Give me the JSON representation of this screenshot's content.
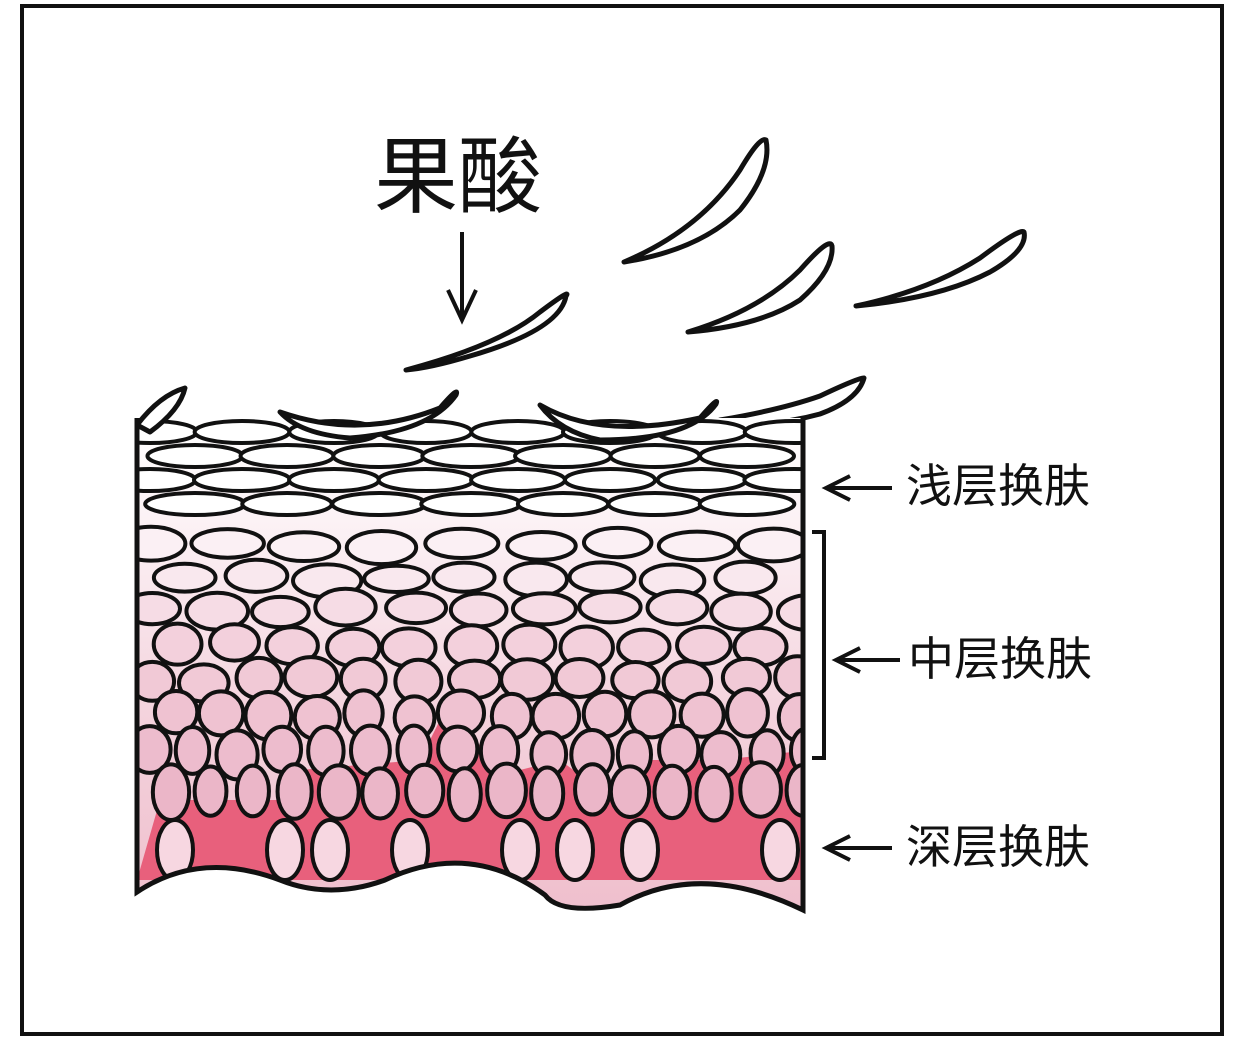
{
  "title": "果酸",
  "labels": {
    "shallow": "浅层换肤",
    "middle": "中层换肤",
    "deep": "深层换肤"
  },
  "colors": {
    "outline": "#111111",
    "cell_light": "#f9eef2",
    "cell_mid": "#f2c6d3",
    "cell_deep": "#eab0c2",
    "dermis": "#e8607c",
    "frame": "#111111"
  },
  "icons": {
    "arrow_down": "arrow-down-icon",
    "arrow_left": "arrow-left-icon"
  }
}
